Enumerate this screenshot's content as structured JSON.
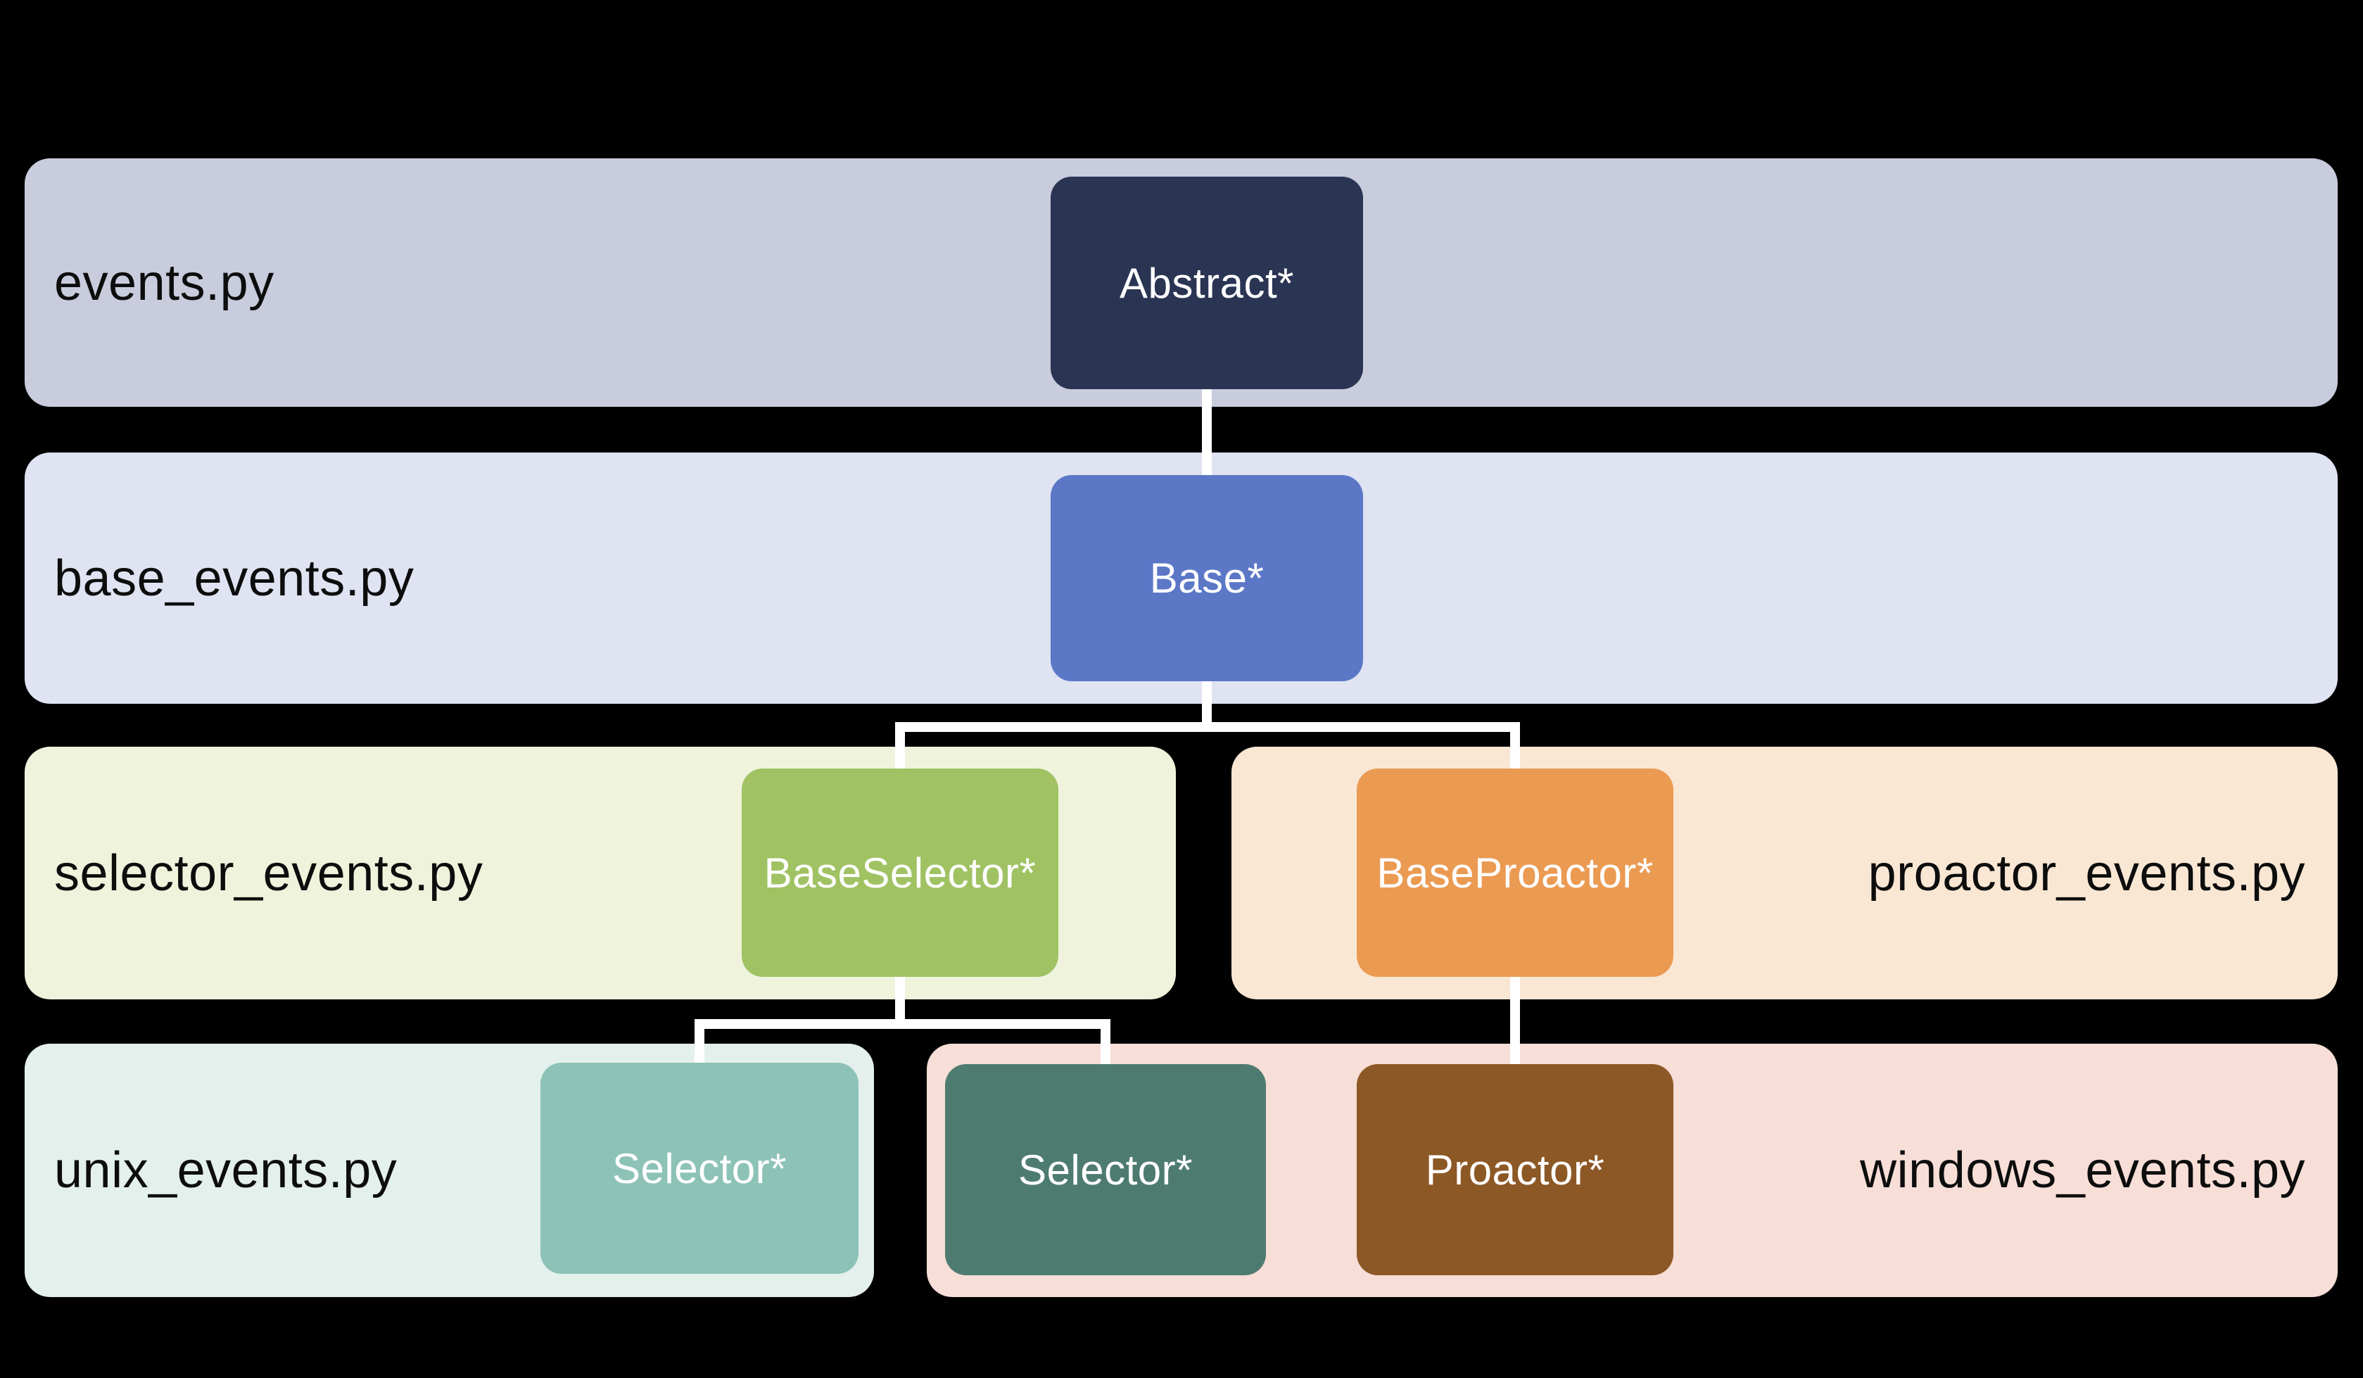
{
  "canvas": {
    "background": "#000000",
    "connector_color": "#ffffff",
    "row_label_color": "#0d0d0d",
    "node_label_color": "#ffffff"
  },
  "rows": [
    {
      "file": "events.py",
      "bg": "#c9ccdd",
      "label_side": "left"
    },
    {
      "file": "base_events.py",
      "bg": "#dfe3f2",
      "label_side": "left"
    },
    {
      "file": "selector_events.py",
      "bg": "#eff3dc",
      "label_side": "left"
    },
    {
      "file": "proactor_events.py",
      "bg": "#f9e7d4",
      "label_side": "right"
    },
    {
      "file": "unix_events.py",
      "bg": "#e3f0ec",
      "label_side": "left"
    },
    {
      "file": "windows_events.py",
      "bg": "#f7ded7",
      "label_side": "right"
    }
  ],
  "nodes": [
    {
      "label": "Abstract*",
      "bg": "#2a3453",
      "file": "events.py"
    },
    {
      "label": "Base*",
      "bg": "#5b77c6",
      "file": "base_events.py"
    },
    {
      "label": "BaseSelector*",
      "bg": "#a0c263",
      "file": "selector_events.py"
    },
    {
      "label": "BaseProactor*",
      "bg": "#eb9a52",
      "file": "proactor_events.py"
    },
    {
      "label": "Selector*",
      "bg": "#8dc2b7",
      "file": "unix_events.py"
    },
    {
      "label": "Selector*",
      "bg": "#4e7b70",
      "file": "windows_events.py"
    },
    {
      "label": "Proactor*",
      "bg": "#8c5825",
      "file": "windows_events.py"
    }
  ],
  "edges": [
    {
      "from": "Abstract*",
      "to": "Base*"
    },
    {
      "from": "Base*",
      "to": "BaseSelector*"
    },
    {
      "from": "Base*",
      "to": "BaseProactor*"
    },
    {
      "from": "BaseSelector*",
      "to": "Selector* (unix_events.py)"
    },
    {
      "from": "BaseSelector*",
      "to": "Selector* (windows_events.py)"
    },
    {
      "from": "BaseProactor*",
      "to": "Proactor*"
    }
  ]
}
